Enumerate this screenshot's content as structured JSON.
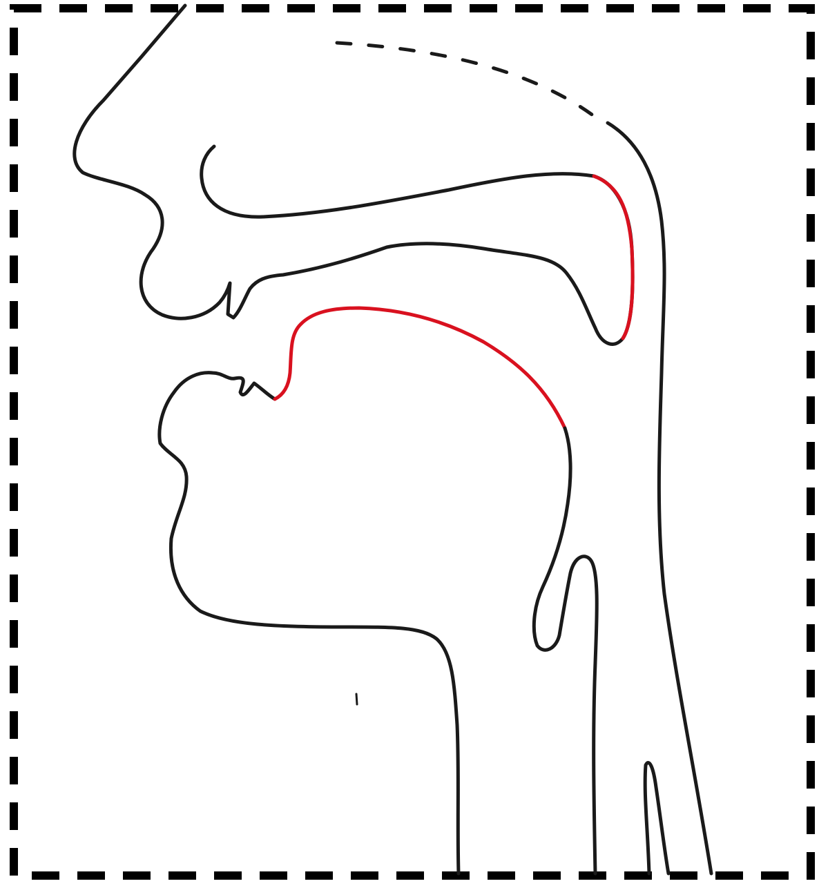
{
  "diagram": {
    "colors": {
      "background": "#ffffff",
      "frame": "#000000",
      "outline": "#1a1a1a",
      "highlight": "#d9111f"
    },
    "parts": [
      "face-profile",
      "skull-outline",
      "palate",
      "tongue",
      "lower-jaw",
      "pharynx",
      "epiglottis",
      "vocal-folds"
    ],
    "highlighted_parts": [
      "velum",
      "tongue"
    ]
  }
}
